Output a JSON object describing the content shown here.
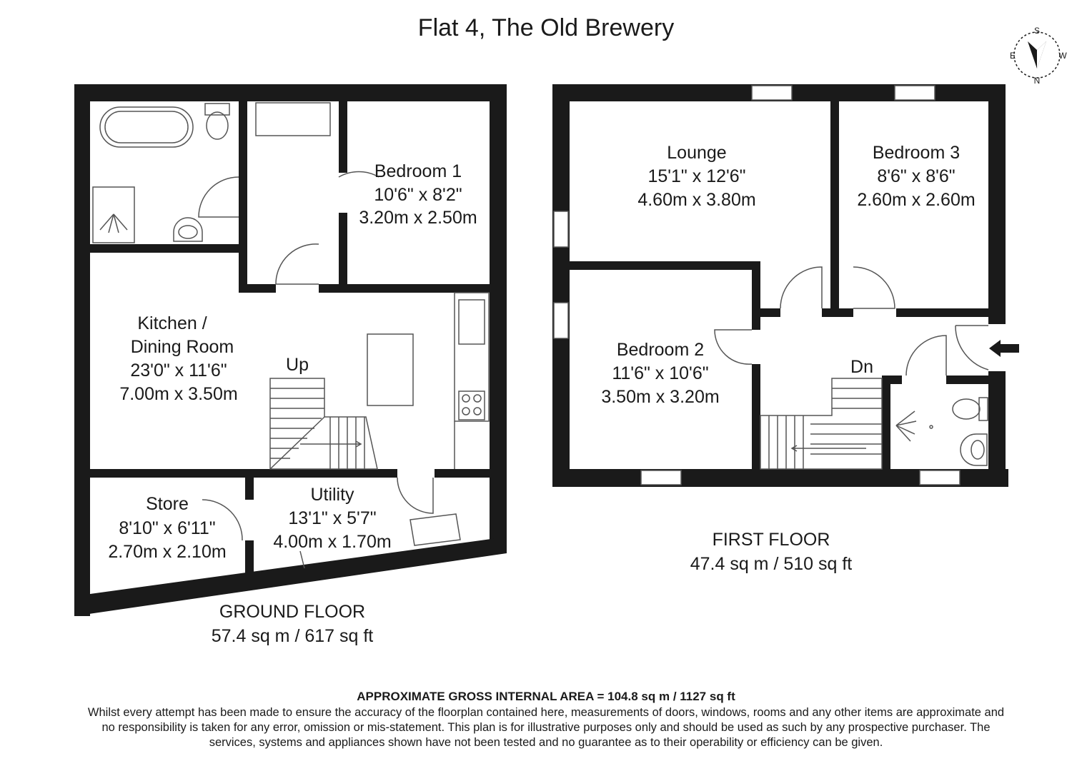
{
  "title": "Flat 4, The Old Brewery",
  "compass": {
    "north": "N",
    "south": "S",
    "east": "E",
    "west": "W"
  },
  "ground_floor": {
    "label": "GROUND FLOOR",
    "area": "57.4 sq m / 617 sq ft",
    "stairs_label": "Up",
    "rooms": {
      "bedroom1": {
        "name": "Bedroom 1",
        "imperial": "10'6\" x 8'2\"",
        "metric": "3.20m x 2.50m"
      },
      "kitchen": {
        "name1": "Kitchen /",
        "name2": "Dining Room",
        "imperial": "23'0\" x 11'6\"",
        "metric": "7.00m x 3.50m"
      },
      "store": {
        "name": "Store",
        "imperial": "8'10\" x 6'11\"",
        "metric": "2.70m x 2.10m"
      },
      "utility": {
        "name": "Utility",
        "imperial": "13'1\" x 5'7\"",
        "metric": "4.00m x 1.70m"
      }
    }
  },
  "first_floor": {
    "label": "FIRST FLOOR",
    "area": "47.4 sq m / 510 sq ft",
    "stairs_label": "Dn",
    "rooms": {
      "lounge": {
        "name": "Lounge",
        "imperial": "15'1\" x 12'6\"",
        "metric": "4.60m x 3.80m"
      },
      "bedroom3": {
        "name": "Bedroom 3",
        "imperial": "8'6\" x 8'6\"",
        "metric": "2.60m x 2.60m"
      },
      "bedroom2": {
        "name": "Bedroom 2",
        "imperial": "11'6\" x 10'6\"",
        "metric": "3.50m x 3.20m"
      }
    }
  },
  "footer": {
    "gross_area": "APPROXIMATE GROSS INTERNAL AREA = 104.8 sq m / 1127 sq ft",
    "disclaimer": "Whilst every attempt has been made to ensure the accuracy of the floorplan contained here, measurements of doors, windows, rooms and any other items are approximate and no responsibility is taken for any error, omission or mis-statement. This plan is for illustrative purposes only and should be used as such by any prospective purchaser. The services, systems and appliances shown have not been tested and no guarantee as to their operability or efficiency can be given."
  },
  "colors": {
    "wall": "#1a1a1a",
    "fixture": "#555555",
    "background": "#ffffff"
  }
}
